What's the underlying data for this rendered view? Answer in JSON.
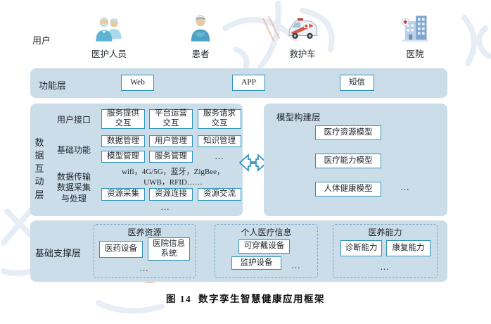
{
  "colors": {
    "band_bg": "#cbdde9",
    "box_border": "#2f94b9",
    "dashed_border": "#74a7c6",
    "arrow_outline": "#2b8fbf",
    "red_cross": "#d23c2e",
    "text": "#20262c"
  },
  "users": {
    "label": "用户",
    "items": [
      {
        "name": "医护人员",
        "icon": "medical-staff-icon"
      },
      {
        "name": "患者",
        "icon": "patient-icon"
      },
      {
        "name": "救护车",
        "icon": "ambulance-icon"
      },
      {
        "name": "医院",
        "icon": "hospital-icon"
      }
    ]
  },
  "function_layer": {
    "label": "功能层",
    "boxes": [
      "Web",
      "APP",
      "短信"
    ]
  },
  "data_interaction_layer": {
    "vertical_label": "数据互动层",
    "user_interface": {
      "label": "用户接口",
      "boxes": [
        "服务提供\n交互",
        "平台运营\n交互",
        "服务请求\n交互"
      ]
    },
    "basic_functions": {
      "label": "基础功能",
      "boxes_row1": [
        "数据管理",
        "用户管理",
        "知识管理"
      ],
      "boxes_row2": [
        "模型管理",
        "服务管理"
      ],
      "more": "..."
    },
    "transmission": {
      "label": "数据传输",
      "text": "wifi，4G/5G，蓝牙，ZigBee，\nUWB，RFID……"
    },
    "collection": {
      "label": "数据采集\n与处理",
      "boxes": [
        "资源采集",
        "资源连接",
        "资源交流"
      ],
      "more": "..."
    }
  },
  "model_layer": {
    "label": "模型构建层",
    "boxes": [
      "医疗资源模型",
      "医疗能力模型",
      "人体健康模型"
    ],
    "more": "..."
  },
  "support_layer": {
    "label": "基础支撑层",
    "groups": [
      {
        "title": "医养资源",
        "boxes": [
          "医药设备",
          "医院信息\n系统"
        ],
        "more": "..."
      },
      {
        "title": "个人医疗信息",
        "boxes": [
          "可穿戴设备",
          "监护设备"
        ],
        "more": "..."
      },
      {
        "title": "医养能力",
        "boxes": [
          "诊断能力",
          "康复能力"
        ],
        "more": "..."
      }
    ]
  },
  "caption": "图 14  数字孪生智慧健康应用框架"
}
